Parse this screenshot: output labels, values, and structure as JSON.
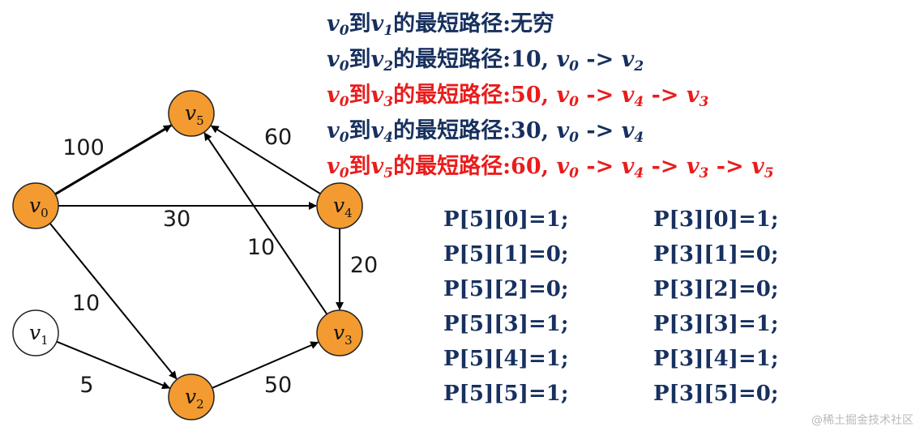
{
  "colors": {
    "node_fill_active": "#f39b30",
    "node_fill_inactive": "#ffffff",
    "edge": "#000000",
    "text_navy": "#17305f",
    "text_red": "#ea1c1c"
  },
  "graph": {
    "nodes": [
      {
        "id": "v0",
        "letter": "v",
        "sub": "0",
        "active": true
      },
      {
        "id": "v1",
        "letter": "v",
        "sub": "1",
        "active": false
      },
      {
        "id": "v2",
        "letter": "v",
        "sub": "2",
        "active": true
      },
      {
        "id": "v3",
        "letter": "v",
        "sub": "3",
        "active": true
      },
      {
        "id": "v4",
        "letter": "v",
        "sub": "4",
        "active": true
      },
      {
        "id": "v5",
        "letter": "v",
        "sub": "5",
        "active": true
      }
    ],
    "edges": [
      {
        "from": "v0",
        "to": "v5",
        "weight": "100",
        "bold": true
      },
      {
        "from": "v0",
        "to": "v4",
        "weight": "30"
      },
      {
        "from": "v0",
        "to": "v2",
        "weight": "10"
      },
      {
        "from": "v1",
        "to": "v2",
        "weight": "5"
      },
      {
        "from": "v2",
        "to": "v3",
        "weight": "50"
      },
      {
        "from": "v3",
        "to": "v5",
        "weight": "10"
      },
      {
        "from": "v4",
        "to": "v3",
        "weight": "20"
      },
      {
        "from": "v4",
        "to": "v5",
        "weight": "60"
      }
    ]
  },
  "shortest_paths": [
    {
      "highlight": false,
      "from_sub": "0",
      "to_sub": "1",
      "label": "的最短路径",
      "value": "无穷",
      "path": []
    },
    {
      "highlight": false,
      "from_sub": "0",
      "to_sub": "2",
      "label": "的最短路径",
      "value": "10",
      "path": [
        "0",
        "2"
      ]
    },
    {
      "highlight": true,
      "from_sub": "0",
      "to_sub": "3",
      "label": "的最短路径",
      "value": "50",
      "path": [
        "0",
        "4",
        "3"
      ]
    },
    {
      "highlight": false,
      "from_sub": "0",
      "to_sub": "4",
      "label": "的最短路径",
      "value": "30",
      "path": [
        "0",
        "4"
      ]
    },
    {
      "highlight": true,
      "from_sub": "0",
      "to_sub": "5",
      "label": "的最短路径",
      "value": "60",
      "path": [
        "0",
        "4",
        "3",
        "5"
      ]
    }
  ],
  "text": {
    "to": "到",
    "colon": ":",
    "comma": ", ",
    "arrow": " -> ",
    "var_letter": "v"
  },
  "p_matrix": {
    "left": [
      "P[5][0]=1;",
      "P[5][1]=0;",
      "P[5][2]=0;",
      "P[5][3]=1;",
      "P[5][4]=1;",
      "P[5][5]=1;"
    ],
    "right": [
      "P[3][0]=1;",
      "P[3][1]=0;",
      "P[3][2]=0;",
      "P[3][3]=1;",
      "P[3][4]=1;",
      "P[3][5]=0;"
    ]
  },
  "watermark": "@稀土掘金技术社区"
}
